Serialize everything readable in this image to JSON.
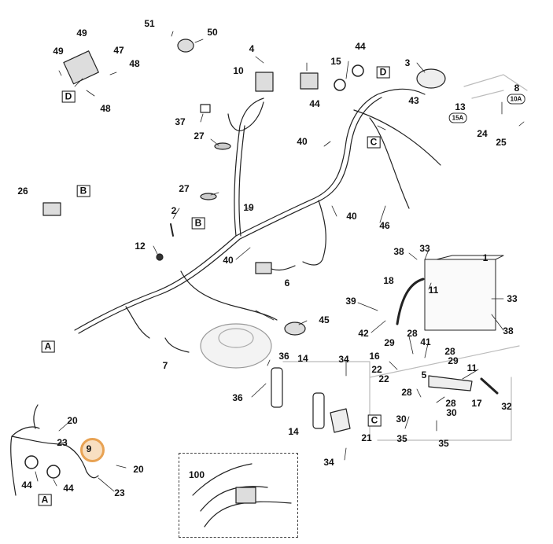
{
  "diagram": {
    "callouts": {
      "c1": "1",
      "c2": "2",
      "c3": "3",
      "c4": "4",
      "c5": "5",
      "c6": "6",
      "c7": "7",
      "c8": "8",
      "c9": "9",
      "c10": "10",
      "c11a": "11",
      "c11b": "11",
      "c12": "12",
      "c13": "13",
      "c14a": "14",
      "c14b": "14",
      "c15": "15",
      "c16": "16",
      "c17": "17",
      "c18": "18",
      "c19": "19",
      "c20a": "20",
      "c20b": "20",
      "c21": "21",
      "c22a": "22",
      "c22b": "22",
      "c23a": "23",
      "c23b": "23",
      "c24": "24",
      "c25": "25",
      "c26": "26",
      "c27a": "27",
      "c27b": "27",
      "c28a": "28",
      "c28b": "28",
      "c28c": "28",
      "c28d": "28",
      "c29a": "29",
      "c29b": "29",
      "c30a": "30",
      "c30b": "30",
      "c32": "32",
      "c33a": "33",
      "c33b": "33",
      "c34a": "34",
      "c34b": "34",
      "c35a": "35",
      "c35b": "35",
      "c36a": "36",
      "c36b": "36",
      "c37": "37",
      "c38a": "38",
      "c38b": "38",
      "c39": "39",
      "c40a": "40",
      "c40b": "40",
      "c40c": "40",
      "c41": "41",
      "c42": "42",
      "c43": "43",
      "c44a": "44",
      "c44b": "44",
      "c44c": "44",
      "c44d": "44",
      "c45": "45",
      "c46": "46",
      "c47": "47",
      "c48a": "48",
      "c48b": "48",
      "c49a": "49",
      "c49b": "49",
      "c50": "50",
      "c51": "51",
      "c100": "100"
    },
    "ref_boxes": {
      "A1": "A",
      "A2": "A",
      "B1": "B",
      "B2": "B",
      "C1": "C",
      "C2": "C",
      "D1": "D",
      "D2": "D"
    },
    "fuse_ratings": {
      "r10a": "10A",
      "r15a": "15A"
    },
    "colors": {
      "highlight": "#e8a253",
      "line": "#222222"
    }
  }
}
